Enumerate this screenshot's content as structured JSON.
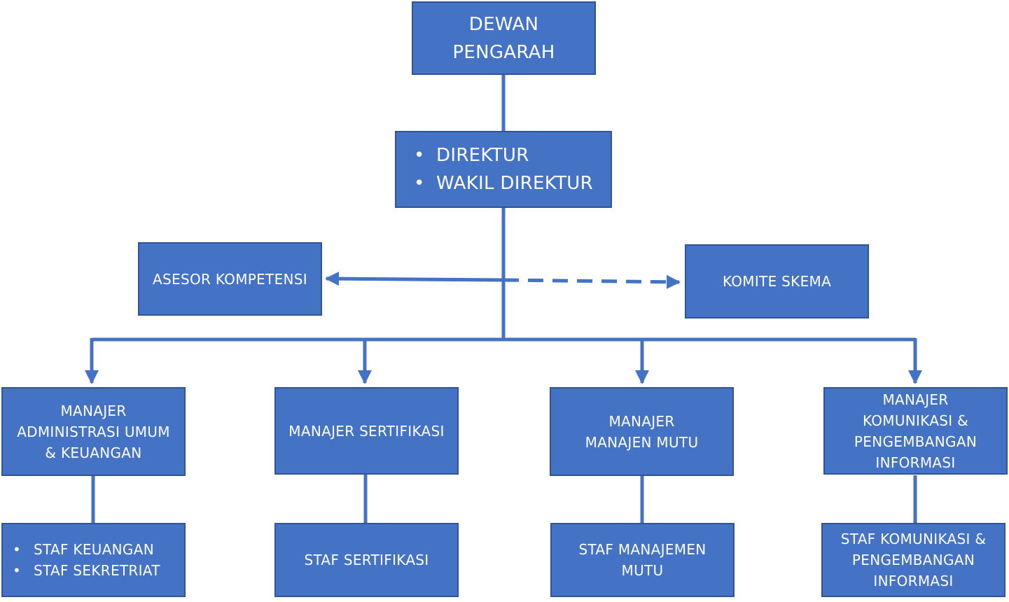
{
  "org_chart": {
    "dewan_pengarah": {
      "lines": [
        "DEWAN",
        "PENGARAH"
      ]
    },
    "direktur": {
      "items": [
        "DIREKTUR",
        "WAKIL DIREKTUR"
      ]
    },
    "asesor": {
      "label": "ASESOR KOMPETENSI"
    },
    "komite": {
      "label": "KOMITE SKEMA"
    },
    "managers": [
      {
        "lines": [
          "MANAJER",
          "ADMINISTRASI UMUM",
          "& KEUANGAN"
        ]
      },
      {
        "lines": [
          "MANAJER SERTIFIKASI"
        ]
      },
      {
        "lines": [
          "MANAJER",
          "MANAJEN MUTU"
        ]
      },
      {
        "lines": [
          "MANAJER",
          "KOMUNIKASI &",
          "PENGEMBANGAN",
          "INFORMASI"
        ]
      }
    ],
    "staff": [
      {
        "items": [
          "STAF KEUANGAN",
          "STAF SEKRETRIAT"
        ]
      },
      {
        "lines": [
          "STAF SERTIFIKASI"
        ]
      },
      {
        "lines": [
          "STAF MANAJEMEN",
          "MUTU"
        ]
      },
      {
        "lines": [
          "STAF KOMUNIKASI &",
          "PENGEMBANGAN",
          "INFORMASI"
        ]
      }
    ],
    "bullet_symbol": "•",
    "colors": {
      "box_fill": "#4472c4",
      "box_border": "#2f5597",
      "line": "#4472c4",
      "text": "#ffffff"
    }
  }
}
